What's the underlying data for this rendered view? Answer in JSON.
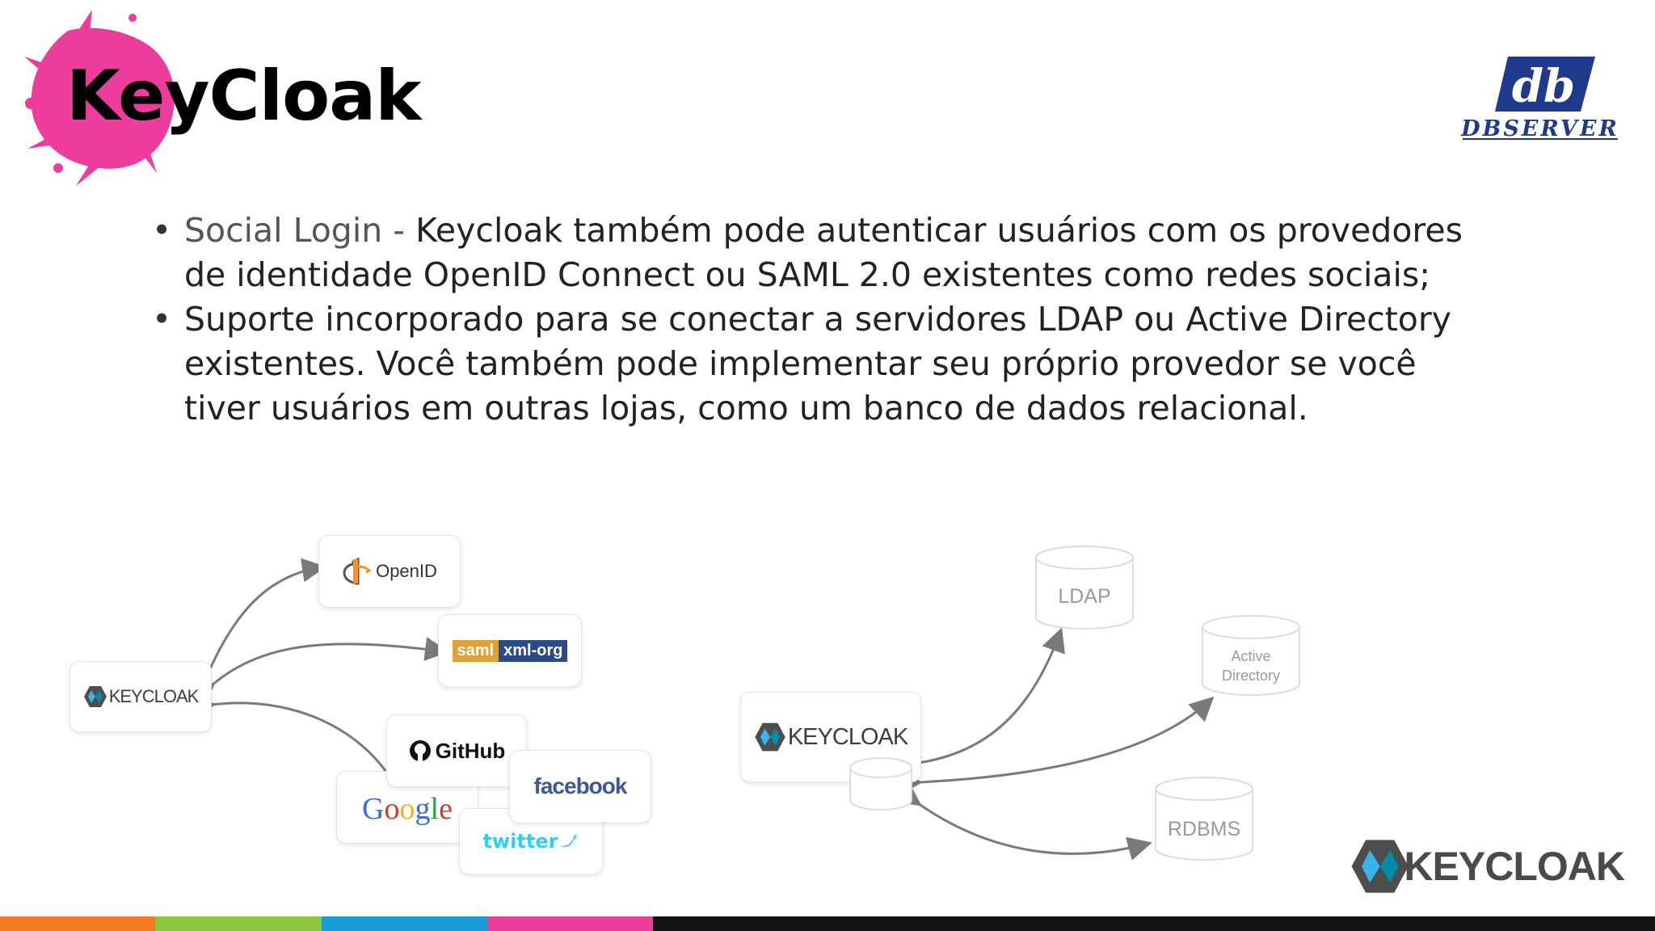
{
  "slide": {
    "title": "KeyCloak",
    "accent_color": "#ec3d9c",
    "bullets": [
      {
        "term": "Social Login -",
        "lines": [
          " Keycloak também pode autenticar usuários com os provedores",
          "de identidade OpenID Connect ou SAML 2.0 existentes como redes sociais;"
        ]
      },
      {
        "term": "",
        "lines": [
          "Suporte incorporado para se conectar a servidores LDAP ou Active Directory",
          "existentes. Você também pode implementar seu próprio provedor se você",
          "tiver usuários em outras lojas, como um banco de dados relacional."
        ]
      }
    ]
  },
  "logos": {
    "dbserver": {
      "mark": "db",
      "text": "DBSERVER",
      "color": "#1f3a8a"
    },
    "keycloak_corner": {
      "text": "KEYCLOAK"
    }
  },
  "diagram_social": {
    "hub": "KEYCLOAK",
    "providers": {
      "openid": "OpenID",
      "saml_left": "saml",
      "saml_right": "xml-org",
      "github": "GitHub",
      "google": [
        "G",
        "o",
        "o",
        "g",
        "l",
        "e"
      ],
      "facebook": "facebook",
      "twitter": "twitter"
    }
  },
  "diagram_federation": {
    "hub": "KEYCLOAK",
    "stores": {
      "ldap": "LDAP",
      "ad_line1": "Active",
      "ad_line2": "Directory",
      "rdbms": "RDBMS"
    }
  },
  "footer": {
    "colors": [
      "#f47b20",
      "#8dc63f",
      "#1b9bd7",
      "#ec3d9c",
      "#111111"
    ]
  }
}
